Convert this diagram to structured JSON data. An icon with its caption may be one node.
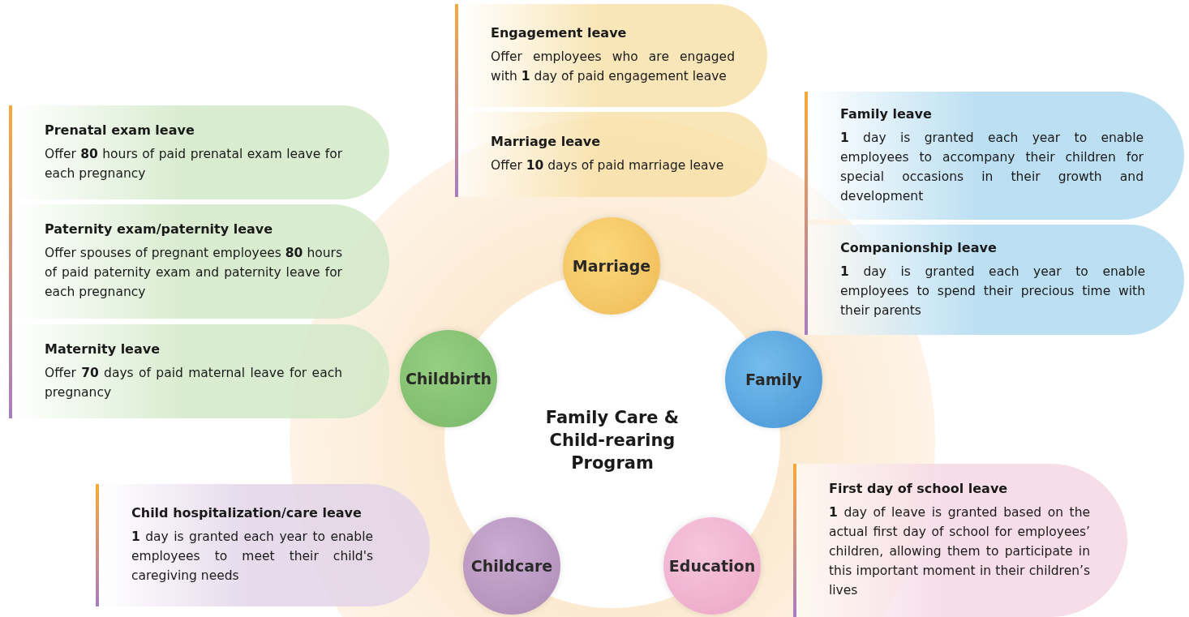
{
  "diagram": {
    "nodes": [
      {
        "text": [
          "Family Care & Child-rearing Program"
        ]
      },
      {
        "text": [
          "Marriage"
        ]
      },
      {
        "text": [
          "Family"
        ]
      },
      {
        "text": [
          "Education"
        ]
      },
      {
        "text": [
          "Childcare"
        ]
      },
      {
        "text": [
          "Childbirth"
        ]
      },
      {
        "text": [
          "Engagement leave",
          "Offer employees who are engaged with **1** day of paid engagement leave"
        ]
      },
      {
        "text": [
          "Marriage leave",
          "Offer **10** days of paid marriage leave"
        ]
      },
      {
        "text": [
          "Family leave",
          "**1** day is granted each year to enable employees to accompany their children for special occasions in their growth and development"
        ]
      },
      {
        "text": [
          "Companionship leave",
          "**1** day is granted each year to enable employees to spend their precious time with their parents"
        ]
      },
      {
        "text": [
          "First day of school leave",
          "**1** day of leave is granted based on the actual first day of school for employees’ children, allowing them to participate in this important moment in their children’s lives"
        ]
      },
      {
        "text": [
          "Child hospitalization/care leave",
          "**1** day is granted each year to enable employees to meet their child's caregiving needs"
        ]
      },
      {
        "text": [
          "Prenatal exam leave",
          "Offer **80** hours of paid prenatal exam leave for each pregnancy"
        ]
      },
      {
        "text": [
          "Paternity exam/paternity leave",
          "Offer spouses of pregnant employees **80** hours of paid paternity exam and paternity leave for each pregnancy"
        ]
      },
      {
        "text": [
          "Maternity leave",
          "Offer **70** days of paid maternal leave for each pregnancy"
        ]
      }
    ]
  }
}
